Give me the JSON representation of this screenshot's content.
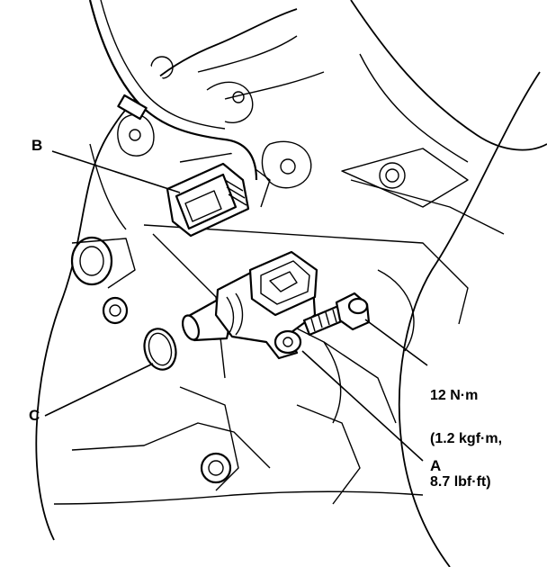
{
  "callouts": {
    "a": "A",
    "b": "B",
    "c": "C"
  },
  "torque": {
    "line1": "12 N·m",
    "line2": "(1.2 kgf·m,",
    "line3": "8.7 lbf·ft)"
  }
}
